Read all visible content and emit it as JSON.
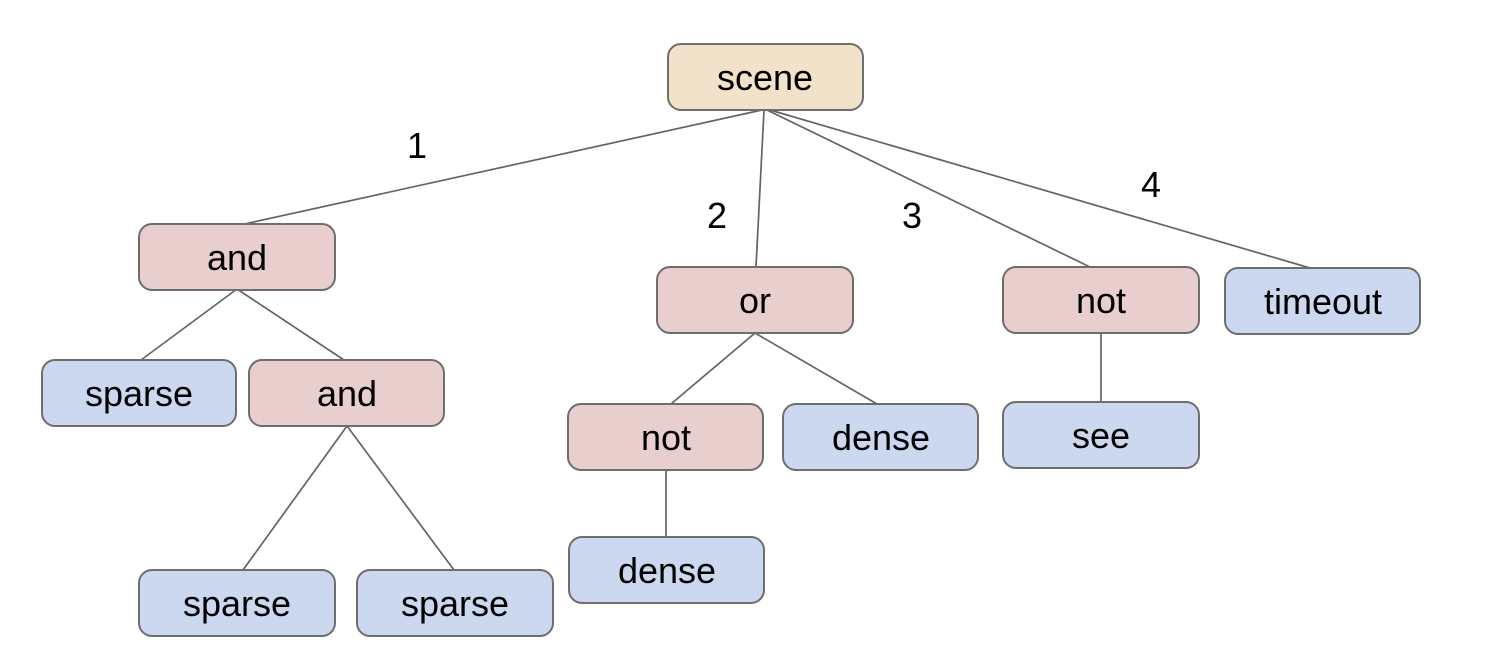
{
  "diagram": {
    "description": "scene expression tree",
    "colors": {
      "root_fill": "#f2e2c9",
      "operator_fill": "#e8cecd",
      "leaf_fill": "#ccd8ef",
      "node_border": "#6e6e6e",
      "edge_line": "#646464",
      "text": "#000000",
      "background": "#ffffff"
    },
    "nodes": [
      {
        "id": "scene",
        "label": "scene",
        "role": "root"
      },
      {
        "id": "and-1",
        "label": "and",
        "role": "operator"
      },
      {
        "id": "or-1",
        "label": "or",
        "role": "operator"
      },
      {
        "id": "not-1",
        "label": "not",
        "role": "operator"
      },
      {
        "id": "timeout",
        "label": "timeout",
        "role": "leaf"
      },
      {
        "id": "sparse-1",
        "label": "sparse",
        "role": "leaf"
      },
      {
        "id": "and-2",
        "label": "and",
        "role": "operator"
      },
      {
        "id": "not-2",
        "label": "not",
        "role": "operator"
      },
      {
        "id": "dense-1",
        "label": "dense",
        "role": "leaf"
      },
      {
        "id": "see",
        "label": "see",
        "role": "leaf"
      },
      {
        "id": "sparse-2",
        "label": "sparse",
        "role": "leaf"
      },
      {
        "id": "sparse-3",
        "label": "sparse",
        "role": "leaf"
      },
      {
        "id": "dense-2",
        "label": "dense",
        "role": "leaf"
      }
    ],
    "edges": [
      {
        "from": "scene",
        "to": "and-1",
        "label": "1"
      },
      {
        "from": "scene",
        "to": "or-1",
        "label": "2"
      },
      {
        "from": "scene",
        "to": "not-1",
        "label": "3"
      },
      {
        "from": "scene",
        "to": "timeout",
        "label": "4"
      },
      {
        "from": "and-1",
        "to": "sparse-1",
        "label": ""
      },
      {
        "from": "and-1",
        "to": "and-2",
        "label": ""
      },
      {
        "from": "and-2",
        "to": "sparse-2",
        "label": ""
      },
      {
        "from": "and-2",
        "to": "sparse-3",
        "label": ""
      },
      {
        "from": "or-1",
        "to": "not-2",
        "label": ""
      },
      {
        "from": "or-1",
        "to": "dense-1",
        "label": ""
      },
      {
        "from": "not-2",
        "to": "dense-2",
        "label": ""
      },
      {
        "from": "not-1",
        "to": "see",
        "label": ""
      }
    ]
  }
}
